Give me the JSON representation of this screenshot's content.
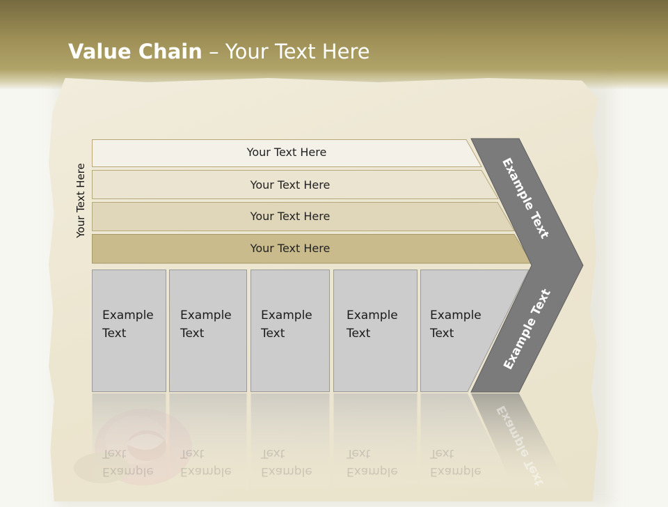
{
  "slide": {
    "title_bold": "Value Chain",
    "title_rest": " – Your Text Here",
    "side_label": "Your Text Here",
    "stripes": [
      {
        "label": "Your Text Here",
        "fill": "#f4f1e8"
      },
      {
        "label": "Your Text Here",
        "fill": "#ebe4d0"
      },
      {
        "label": "Your Text Here",
        "fill": "#e0d6b9"
      },
      {
        "label": "Your Text Here",
        "fill": "#c9bb8c"
      }
    ],
    "columns": [
      {
        "line1": "Example",
        "line2": "Text"
      },
      {
        "line1": "Example",
        "line2": "Text"
      },
      {
        "line1": "Example",
        "line2": "Text"
      },
      {
        "line1": "Example",
        "line2": "Text"
      },
      {
        "line1": "Example",
        "line2": "Text"
      }
    ],
    "chevron_top_label": "Example Text",
    "chevron_bottom_label": "Example Text",
    "colors": {
      "header": "#9e9056",
      "chevron": "#7b7b7b",
      "column": "#cccccc"
    }
  }
}
